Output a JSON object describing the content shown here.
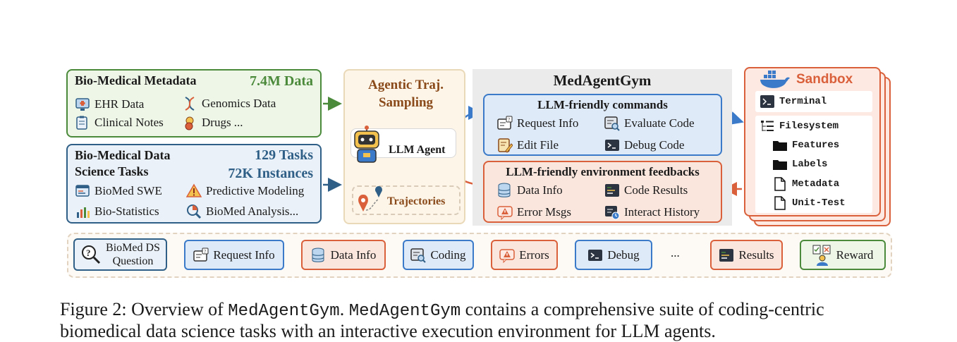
{
  "metadata_panel": {
    "title": "Bio-Medical Metadata",
    "stat": "7.4M Data",
    "items": [
      "EHR Data",
      "Genomics Data",
      "Clinical Notes",
      "Drugs ..."
    ]
  },
  "tasks_panel": {
    "title_line1": "Bio-Medical Data",
    "title_line2": "Science Tasks",
    "stat1": "129 Tasks",
    "stat2": "72K Instances",
    "items": [
      "BioMed SWE",
      "Predictive Modeling",
      "Bio-Statistics",
      "BioMed Analysis..."
    ]
  },
  "agentic": {
    "title_line1": "Agentic Traj.",
    "title_line2": "Sampling",
    "agent_label": "LLM Agent",
    "trajectories_label": "Trajectories"
  },
  "gym": {
    "title": "MedAgentGym",
    "commands_title": "LLM-friendly commands",
    "commands": [
      "Request Info",
      "Evaluate Code",
      "Edit File",
      "Debug Code"
    ],
    "feedback_title": "LLM-friendly environment feedbacks",
    "feedbacks": [
      "Data Info",
      "Code Results",
      "Error Msgs",
      "Interact History"
    ]
  },
  "sandbox": {
    "title": "Sandbox",
    "terminal": "Terminal",
    "filesystem": "Filesystem",
    "entries": [
      "Features",
      "Labels",
      "Metadata",
      "Unit-Test"
    ]
  },
  "flow": {
    "question_line1": "BioMed DS",
    "question_line2": "Question",
    "steps": [
      "Request Info",
      "Data Info",
      "Coding",
      "Errors",
      "Debug",
      "...",
      "Results",
      "Reward"
    ]
  },
  "caption": {
    "prefix": "Figure 2: Overview of ",
    "name1": "MedAgentGym",
    "middle": ". ",
    "name2": "MedAgentGym",
    "rest1": " contains a comprehensive suite of coding-centric",
    "line2": "biomedical data science tasks with an interactive execution environment for LLM agents."
  },
  "colors": {
    "green": "#4a8a3a",
    "navy": "#2f5f86",
    "blue": "#3a7ac8",
    "orange": "#d9603a",
    "brown": "#8a4a1a"
  }
}
